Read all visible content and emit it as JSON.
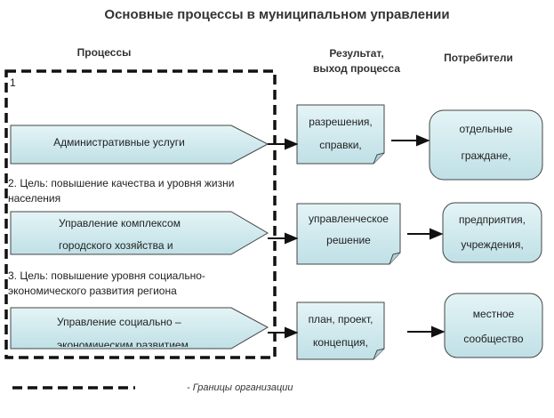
{
  "title": "Основные процессы в муниципальном управлении",
  "columns": {
    "processes": "Процессы",
    "result": "Результат,\nвыход процесса",
    "consumers": "Потребители"
  },
  "rows": [
    {
      "number": "1",
      "process": "Административные услуги",
      "result": [
        "разрешения,",
        "справки,"
      ],
      "consumer": [
        "отдельные",
        "граждане,"
      ]
    },
    {
      "goal": [
        "2. Цель: повышение качества и уровня жизни",
        "населения"
      ],
      "process": [
        "Управление комплексом",
        "городского хозяйства и"
      ],
      "result": [
        "управленческое",
        "решение"
      ],
      "consumer": [
        "предприятия,",
        "учреждения,"
      ]
    },
    {
      "goal": [
        "3. Цель: повышение уровня социально-",
        "экономического развития региона"
      ],
      "process": [
        "Управление социально –",
        "экономическим развитием"
      ],
      "result": [
        "план, проект,",
        "концепция,"
      ],
      "consumer": [
        "местное",
        "сообщество"
      ]
    }
  ],
  "legend": "- Границы организации",
  "colors": {
    "shape_fill": "#cfe8ec",
    "shape_stroke": "#444444",
    "dashed_border": "#111111"
  }
}
